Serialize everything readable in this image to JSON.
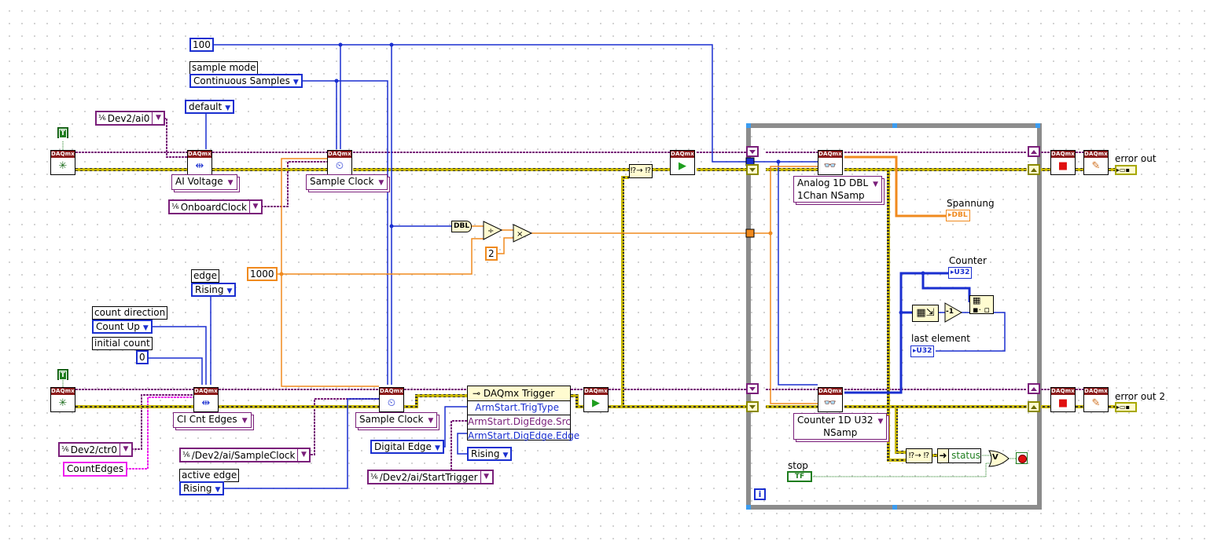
{
  "diagram": {
    "constants": {
      "samples_per_channel": "100",
      "sample_mode_label": "sample mode",
      "sample_mode_value": "Continuous Samples",
      "ai_terminal_config": "default",
      "ai_channel": "Dev2/ai0",
      "ai_true_const": "T",
      "ai_create_polymorphic": "AI Voltage",
      "clock_source": "OnboardClock",
      "ai_timing_polymorphic": "Sample Clock",
      "rate": "1000",
      "divisor": "2",
      "dbl_convert": "DBL",
      "edge_label": "edge",
      "edge_value": "Rising",
      "count_direction_label": "count direction",
      "count_direction_value": "Count Up",
      "initial_count_label": "initial count",
      "initial_count_value": "0",
      "ci_true_const": "T",
      "ci_create_polymorphic": "CI Cnt Edges",
      "ci_counter": "Dev2/ctr0",
      "ci_name": "CountEdges",
      "ci_timing_polymorphic": "Sample Clock",
      "ci_clock_source": "/Dev2/ai/SampleClock",
      "active_edge_label": "active edge",
      "active_edge_value": "Rising",
      "trig_type_value": "Digital Edge",
      "trig_edge_value": "Rising",
      "trig_source": "/Dev2/ai/StartTrigger"
    },
    "trigger_node": {
      "title": "DAQmx Trigger",
      "properties": [
        "ArmStart.TrigType",
        "ArmStart.DigEdge.Src",
        "ArmStart.DigEdge.Edge"
      ]
    },
    "loop": {
      "ai_read_polymorphic": [
        "Analog 1D DBL",
        "1Chan NSamp"
      ],
      "ci_read_polymorphic": [
        "Counter 1D U32",
        "NSamp"
      ],
      "spannung_label": "Spannung",
      "spannung_type": "DBL",
      "counter_label": "Counter",
      "counter_type": "U32",
      "last_element_label": "last element",
      "last_element_type": "U32",
      "decrement": "-1",
      "status_label": "status",
      "or_label": "V",
      "stop_label": "stop",
      "stop_type": "TF",
      "iteration": "i"
    },
    "outputs": {
      "error_out_1": "error out",
      "error_out_2": "error out 2"
    },
    "vi_header": "DAQmx",
    "colors": {
      "task_wire": "#7a1f7a",
      "error_wire": "#c8b800",
      "int_wire": "#1a2fd0",
      "dbl_wire": "#f08a1e",
      "bool_wire": "#1e7d1e",
      "vi_header": "#8b1a1a",
      "loop_frame": "#8c8c8c",
      "string_wire": "#ee22ee"
    }
  }
}
